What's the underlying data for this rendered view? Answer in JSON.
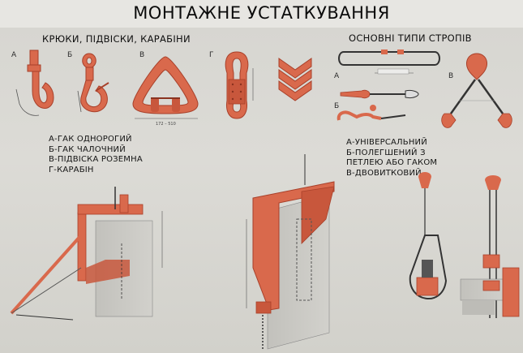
{
  "title": "МОНТАЖНЕ УСТАТКУВАННЯ",
  "sections": {
    "hooks_heading": "КРЮКИ, ПІДВІСКИ, КАРАБІНИ",
    "slings_heading": "ОСНОВНІ ТИПИ СТРОПІВ"
  },
  "hook_labels": [
    "А",
    "Б",
    "В",
    "Г"
  ],
  "sling_labels": [
    "А",
    "Б",
    "В"
  ],
  "hooks_legend": [
    "А-ГАК ОДНОРОГИЙ",
    "Б-ГАК ЧАЛОЧНИЙ",
    "В-ПІДВІСКА РОЗЕМНА",
    "Г-КАРАБІН"
  ],
  "slings_legend": [
    "А-УНІВЕРСАЛЬНИЙ",
    "Б-ПОЛЕГШЕНИЙ З",
    "ПЕТЛЕЮ АБО ГАКОМ",
    "В-ДВОВИТКОВИЙ"
  ],
  "colors": {
    "accent": "#d9694c",
    "accent_dark": "#a8402a",
    "line": "#3a3a3a",
    "block": "#c9c8c4"
  },
  "icons": {
    "hook_single": "single-horn-hook-icon",
    "hook_slinging": "slinging-hook-icon",
    "suspension": "split-suspension-icon",
    "carabiner": "carabiner-icon",
    "chevrons": "chevron-stack-icon"
  }
}
